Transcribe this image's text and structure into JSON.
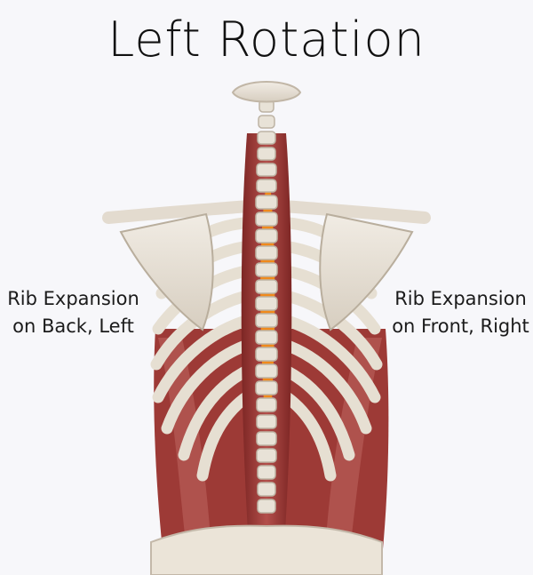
{
  "title": "Left Rotation",
  "labels": {
    "left_line1": "Rib Expansion",
    "left_line2": "on Back, Left",
    "right_line1": "Rib Expansion",
    "right_line2": "on Front, Right"
  },
  "colors": {
    "background": "#f7f7fa",
    "bone": "#e8e1d4",
    "bone_shadow": "#c9bfae",
    "muscle": "#8e2f2c",
    "muscle_light": "#b85b57",
    "highlight_muscle": "#f08a1c"
  }
}
